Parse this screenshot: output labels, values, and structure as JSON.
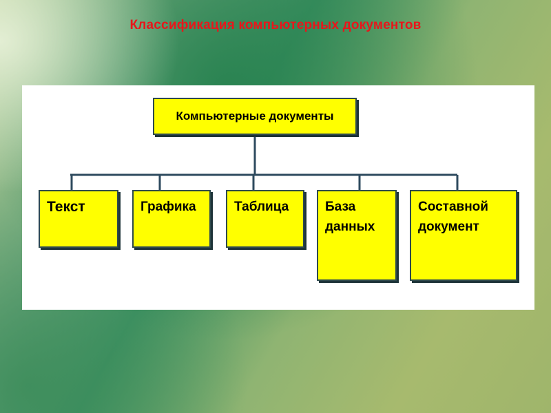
{
  "slide": {
    "title": "Классификация компьютерных документов"
  },
  "diagram": {
    "root": "Компьютерные документы",
    "children": [
      {
        "label": "Текст"
      },
      {
        "label": "Графика"
      },
      {
        "label": "Таблица"
      },
      {
        "label": "База данных"
      },
      {
        "label": "Составной документ"
      }
    ]
  },
  "colors": {
    "title": "#e8161b",
    "node_fill": "#ffff00",
    "node_border": "#2e4a4e",
    "connector": "#2e4a5e",
    "panel": "#ffffff"
  }
}
